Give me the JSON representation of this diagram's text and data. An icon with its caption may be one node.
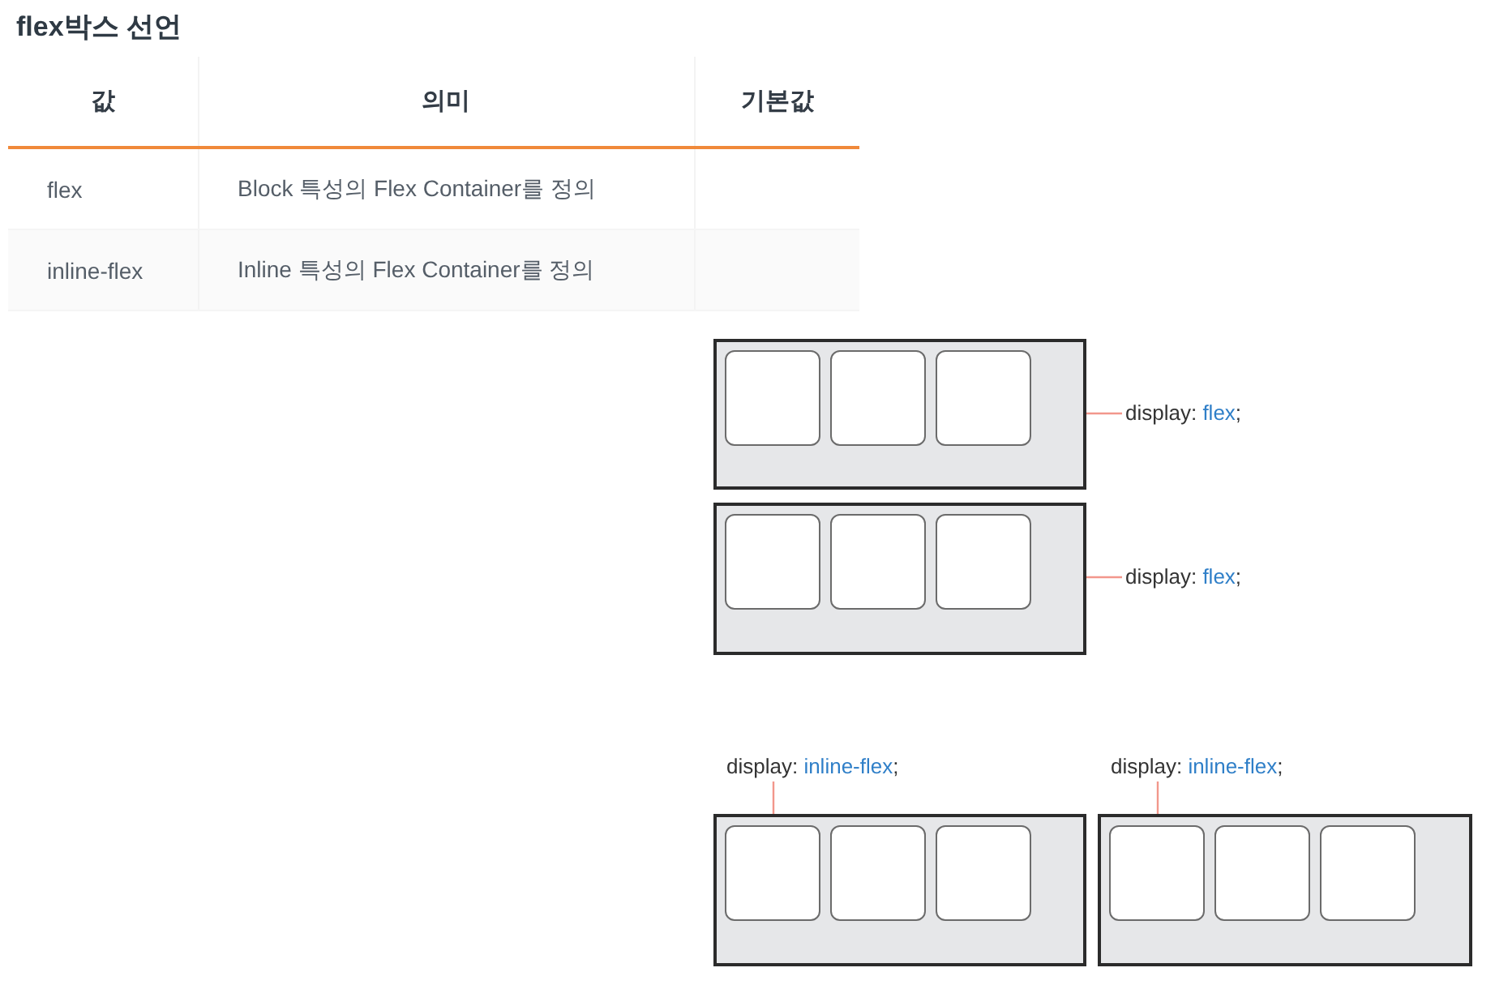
{
  "diagram": {
    "title": "flex박스 선언",
    "nodes": [
      {
        "text": [],
        "shape": "box"
      },
      {
        "text": [],
        "shape": "box",
        "in": 0
      },
      {
        "text": [],
        "shape": "box",
        "in": 0
      },
      {
        "text": [],
        "shape": "box",
        "in": 0
      },
      {
        "text": [
          "display: flex;"
        ]
      },
      {
        "text": [],
        "shape": "box"
      },
      {
        "text": [],
        "shape": "box",
        "in": 5
      },
      {
        "text": [],
        "shape": "box",
        "in": 5
      },
      {
        "text": [],
        "shape": "box",
        "in": 5
      },
      {
        "text": [
          "display: flex;"
        ]
      },
      {
        "text": [
          "display: inline-flex;"
        ]
      },
      {
        "text": [
          "display: inline-flex;"
        ]
      },
      {
        "text": [],
        "shape": "box"
      },
      {
        "text": [],
        "shape": "box",
        "in": 12
      },
      {
        "text": [],
        "shape": "box",
        "in": 12
      },
      {
        "text": [],
        "shape": "box",
        "in": 12
      },
      {
        "text": [],
        "shape": "box"
      },
      {
        "text": [],
        "shape": "box",
        "in": 16
      },
      {
        "text": [],
        "shape": "box",
        "in": 16
      },
      {
        "text": [],
        "shape": "box",
        "in": 16
      }
    ],
    "edges": [
      {
        "from": 4,
        "to": 0,
        "arrow": "none"
      },
      {
        "from": 9,
        "to": 5,
        "arrow": "none"
      },
      {
        "from": 10,
        "to": 12,
        "arrow": "none"
      },
      {
        "from": 11,
        "to": 16,
        "arrow": "none"
      }
    ],
    "labels": [
      "값",
      "의미",
      "기본값",
      "flex",
      "Block 특성의 Flex Container를 정의",
      "inline-flex",
      "Inline 특성의 Flex Container를 정의"
    ]
  }
}
